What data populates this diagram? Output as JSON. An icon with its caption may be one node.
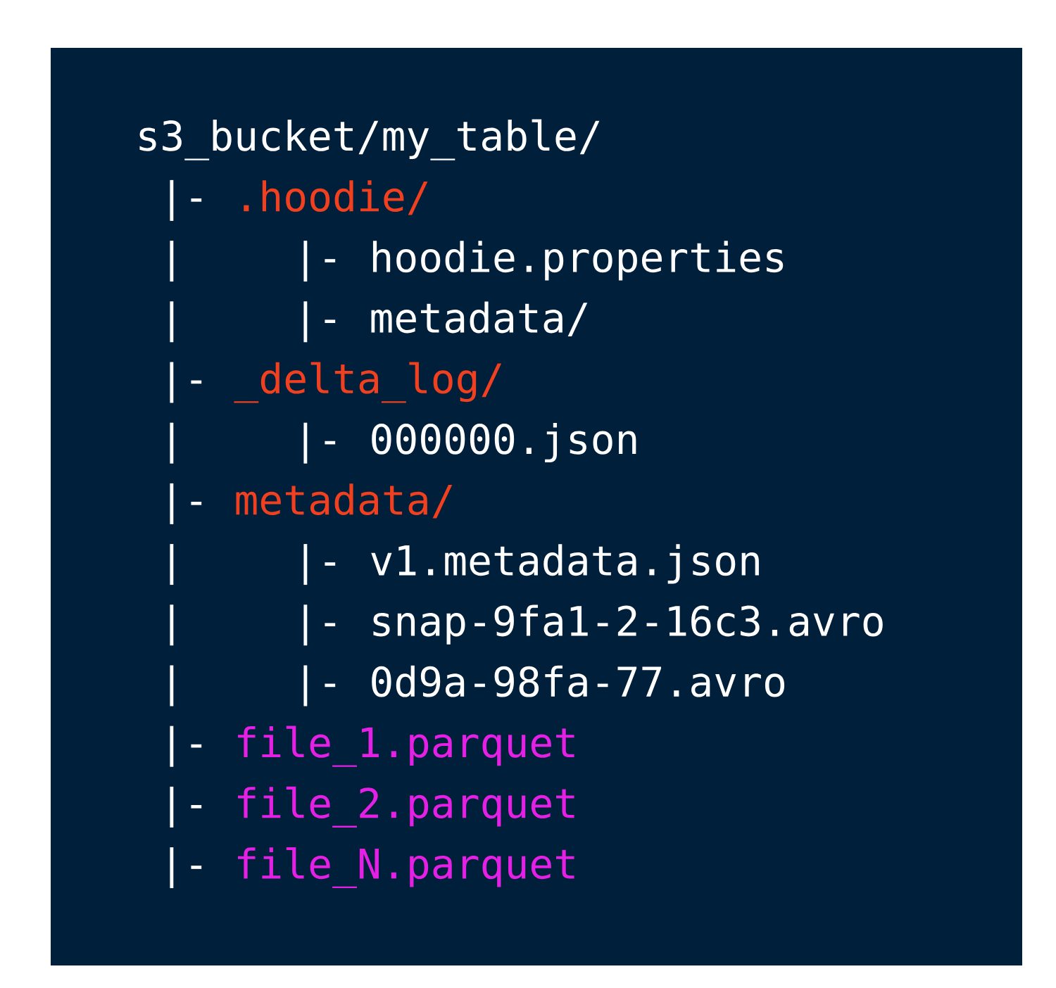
{
  "diagram": {
    "labels": [
      "s3_bucket/my_table/",
      "|-",
      ".hoodie/",
      "|",
      "|-",
      "hoodie.properties",
      "|",
      "|-",
      "metadata/",
      "|-",
      "_delta_log/",
      "|",
      "|-",
      "000000.json",
      "|-",
      "metadata/",
      "|",
      "|-",
      "v1.metadata.json",
      "|",
      "|-",
      "snap-9fa1-2-16c3.avro",
      "|",
      "|-",
      "0d9a-98fa-77.avro",
      "|-",
      "file_1.parquet",
      "|-",
      "file_2.parquet",
      "|-",
      "file_N.parquet"
    ]
  }
}
